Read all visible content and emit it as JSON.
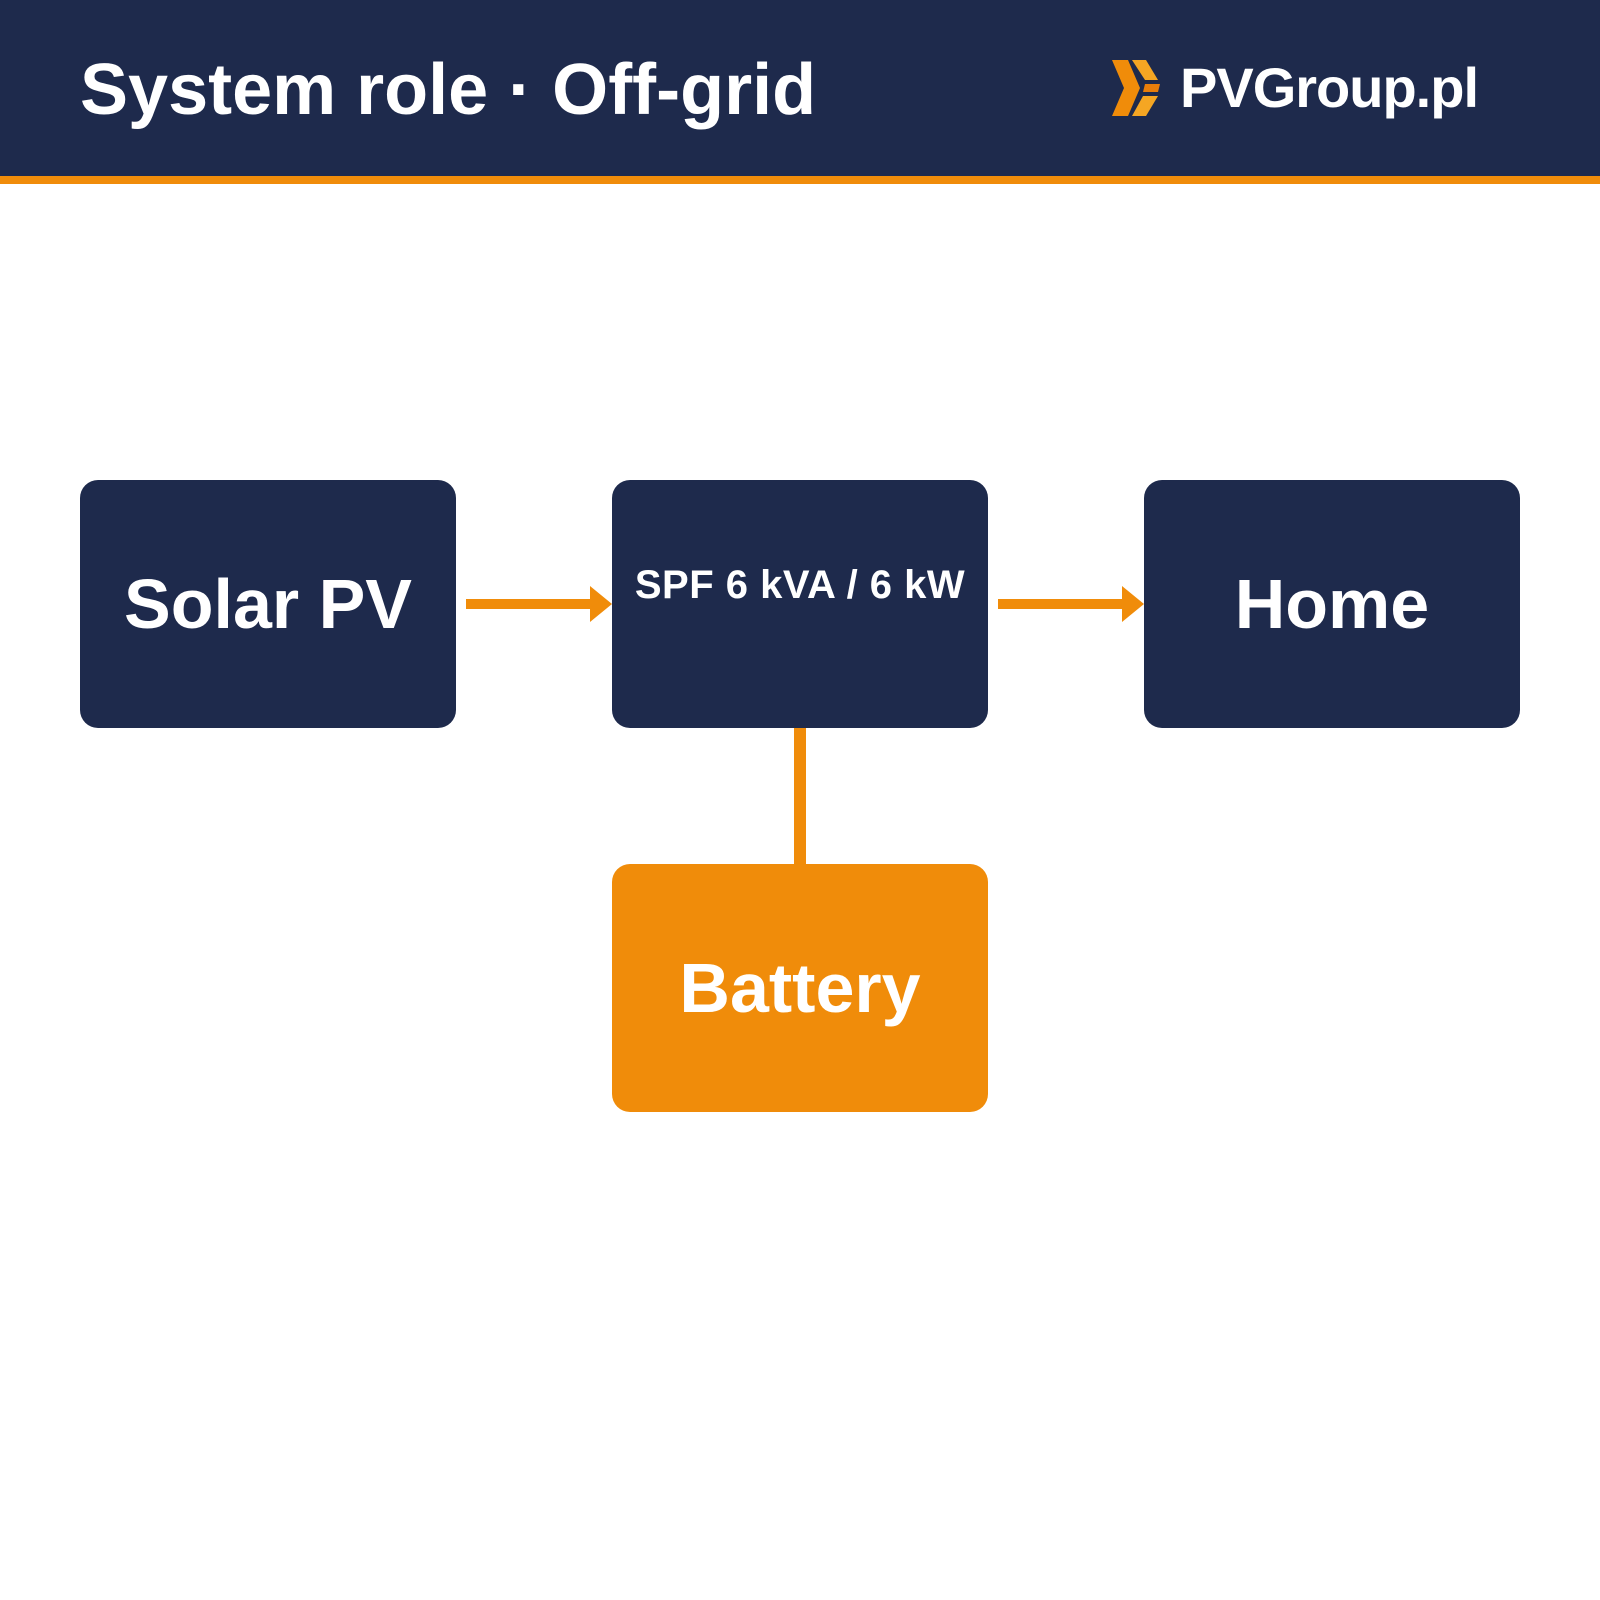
{
  "header": {
    "title": "System role · Off-grid",
    "brand": "PVGroup.pl"
  },
  "colors": {
    "navy": "#1e2a4c",
    "accent": "#f08c0a",
    "background": "#ffffff"
  },
  "diagram": {
    "nodes": {
      "solar": {
        "label": "Solar PV"
      },
      "inverter": {
        "label": "SPF 6 kVA / 6 kW"
      },
      "home": {
        "label": "Home"
      },
      "battery": {
        "label": "Battery"
      }
    },
    "edges": [
      {
        "from": "solar",
        "to": "inverter",
        "directed": true
      },
      {
        "from": "inverter",
        "to": "home",
        "directed": true
      },
      {
        "from": "inverter",
        "to": "battery",
        "directed": false
      }
    ]
  },
  "icons": {
    "brand_logo": "pvgroup-chevron-logo"
  }
}
